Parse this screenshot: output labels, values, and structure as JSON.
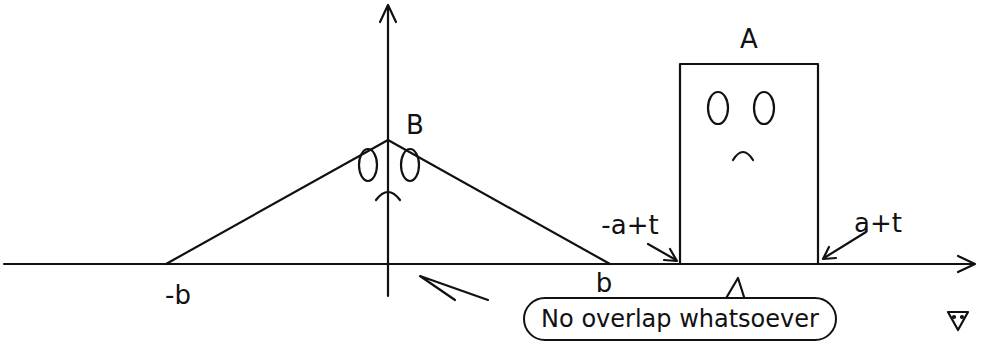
{
  "diagram": {
    "nodes": [
      {
        "text": [
          "No overlap whatsoever"
        ]
      }
    ],
    "labels": [
      "B",
      "A",
      "-b",
      "b",
      "-a+t",
      "a+t"
    ]
  }
}
